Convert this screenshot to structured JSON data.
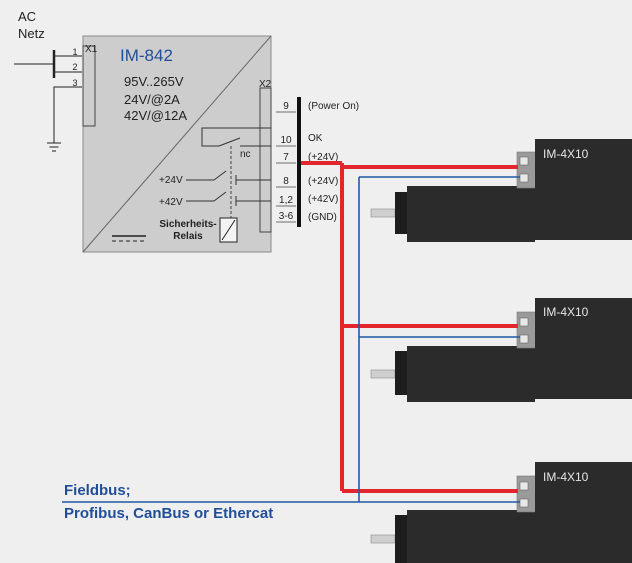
{
  "source": {
    "line1": "AC",
    "line2": "Netz"
  },
  "connector_x1": {
    "label": "X1",
    "pins": [
      "1",
      "2",
      "3"
    ]
  },
  "power_supply": {
    "title": "IM-842",
    "input_voltage": "95V..265V",
    "output_1": "24V/@2A",
    "output_2": "42V/@12A",
    "relay_label_1": "Sicherheits-",
    "relay_label_2": "Relais",
    "nc_label": "nc",
    "v24_label": "+24V",
    "v42_label": "+42V"
  },
  "connector_x2": {
    "label": "X2",
    "pins": [
      {
        "pin": "9",
        "signal": "(Power On)"
      },
      {
        "pin": "10",
        "signal": "OK"
      },
      {
        "pin": "7",
        "signal": "(+24V)"
      },
      {
        "pin": "8",
        "signal": "(+24V)"
      },
      {
        "pin": "1,2",
        "signal": "(+42V)"
      },
      {
        "pin": "3-6",
        "signal": "(GND)"
      }
    ]
  },
  "motors": [
    {
      "label": "IM-4X10"
    },
    {
      "label": "IM-4X10"
    },
    {
      "label": "IM-4X10"
    }
  ],
  "fieldbus": {
    "line1": "Fieldbus;",
    "line2": "Profibus, CanBus or Ethercat"
  },
  "colors": {
    "power": "#e3262e",
    "bus": "#1f5aa6",
    "device": "#cdcdcd",
    "motor": "#2b2b2b"
  }
}
